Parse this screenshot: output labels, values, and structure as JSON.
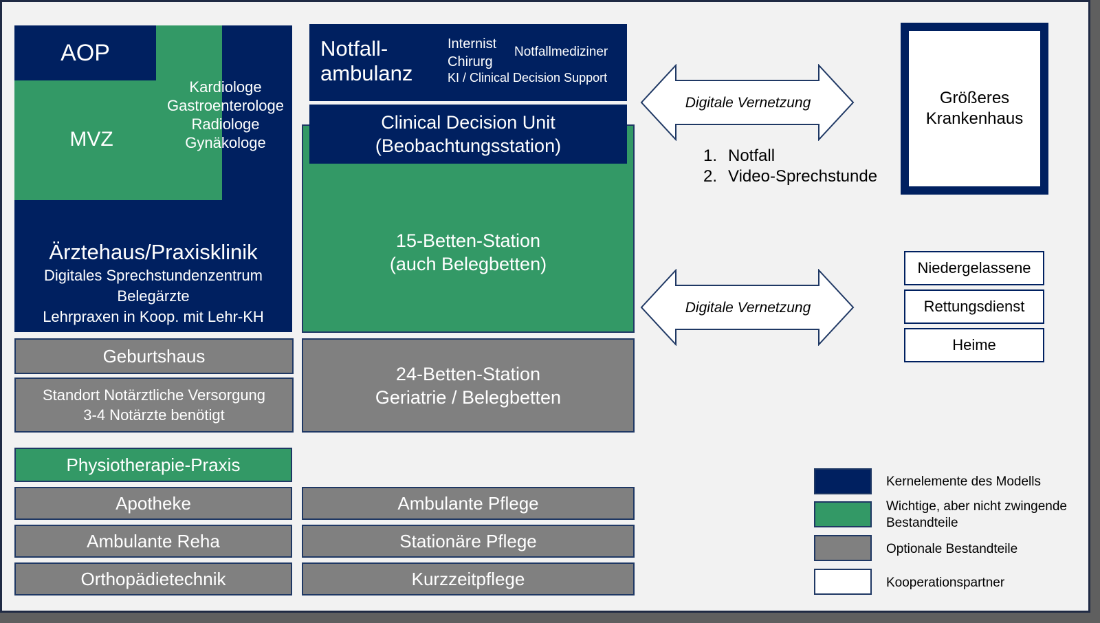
{
  "left_column": {
    "aop": "AOP",
    "mvz": "MVZ",
    "specialists": [
      "Kardiologe",
      "Gastroenterologe",
      "Radiologe",
      "Gynäkologe"
    ],
    "aerztehaus_title": "Ärztehaus/Praxisklinik",
    "aerztehaus_lines": [
      "Digitales Sprechstundenzentrum",
      "Belegärzte",
      "Lehrpraxen in Koop. mit Lehr-KH"
    ],
    "geburtshaus": "Geburtshaus",
    "notarzt_line1": "Standort Notärztliche Versorgung",
    "notarzt_line2": "3-4 Notärzte benötigt",
    "physio": "Physiotherapie-Praxis",
    "apotheke": "Apotheke",
    "reha": "Ambulante Reha",
    "ortho": "Orthopädietechnik"
  },
  "middle_column": {
    "notfall_line1": "Notfall-",
    "notfall_line2": "ambulanz",
    "internist": "Internist",
    "chirurg": "Chirurg",
    "notfallmediziner": "Notfallmediziner",
    "ki_support": "KI / Clinical Decision Support",
    "cdu_line1": "Clinical Decision Unit",
    "cdu_line2": "(Beobachtungsstation)",
    "station15_line1": "15-Betten-Station",
    "station15_line2": "(auch Belegbetten)",
    "station24_line1": "24-Betten-Station",
    "station24_line2": "Geriatrie / Belegbetten",
    "ambulante_pflege": "Ambulante Pflege",
    "stationaere_pflege": "Stationäre Pflege",
    "kurzzeitpflege": "Kurzzeitpflege"
  },
  "right_column": {
    "arrow1_label": "Digitale Vernetzung",
    "arrow2_label": "Digitale Vernetzung",
    "list_items": [
      {
        "num": "1.",
        "text": "Notfall"
      },
      {
        "num": "2.",
        "text": "Video-Sprechstunde"
      }
    ],
    "krankenhaus_line1": "Größeres",
    "krankenhaus_line2": "Krankenhaus",
    "partners": [
      "Niedergelassene",
      "Rettungsdienst",
      "Heime"
    ]
  },
  "legend": {
    "items": [
      {
        "color": "#002060",
        "label": "Kernelemente des Modells"
      },
      {
        "color": "#339966",
        "label": "Wichtige, aber nicht zwingende Bestandteile"
      },
      {
        "color": "#808080",
        "label": "Optionale Bestandteile"
      },
      {
        "color": "#ffffff",
        "label": "Kooperationspartner"
      }
    ]
  },
  "colors": {
    "core": "#002060",
    "important": "#339966",
    "optional": "#808080",
    "partner": "#ffffff"
  }
}
